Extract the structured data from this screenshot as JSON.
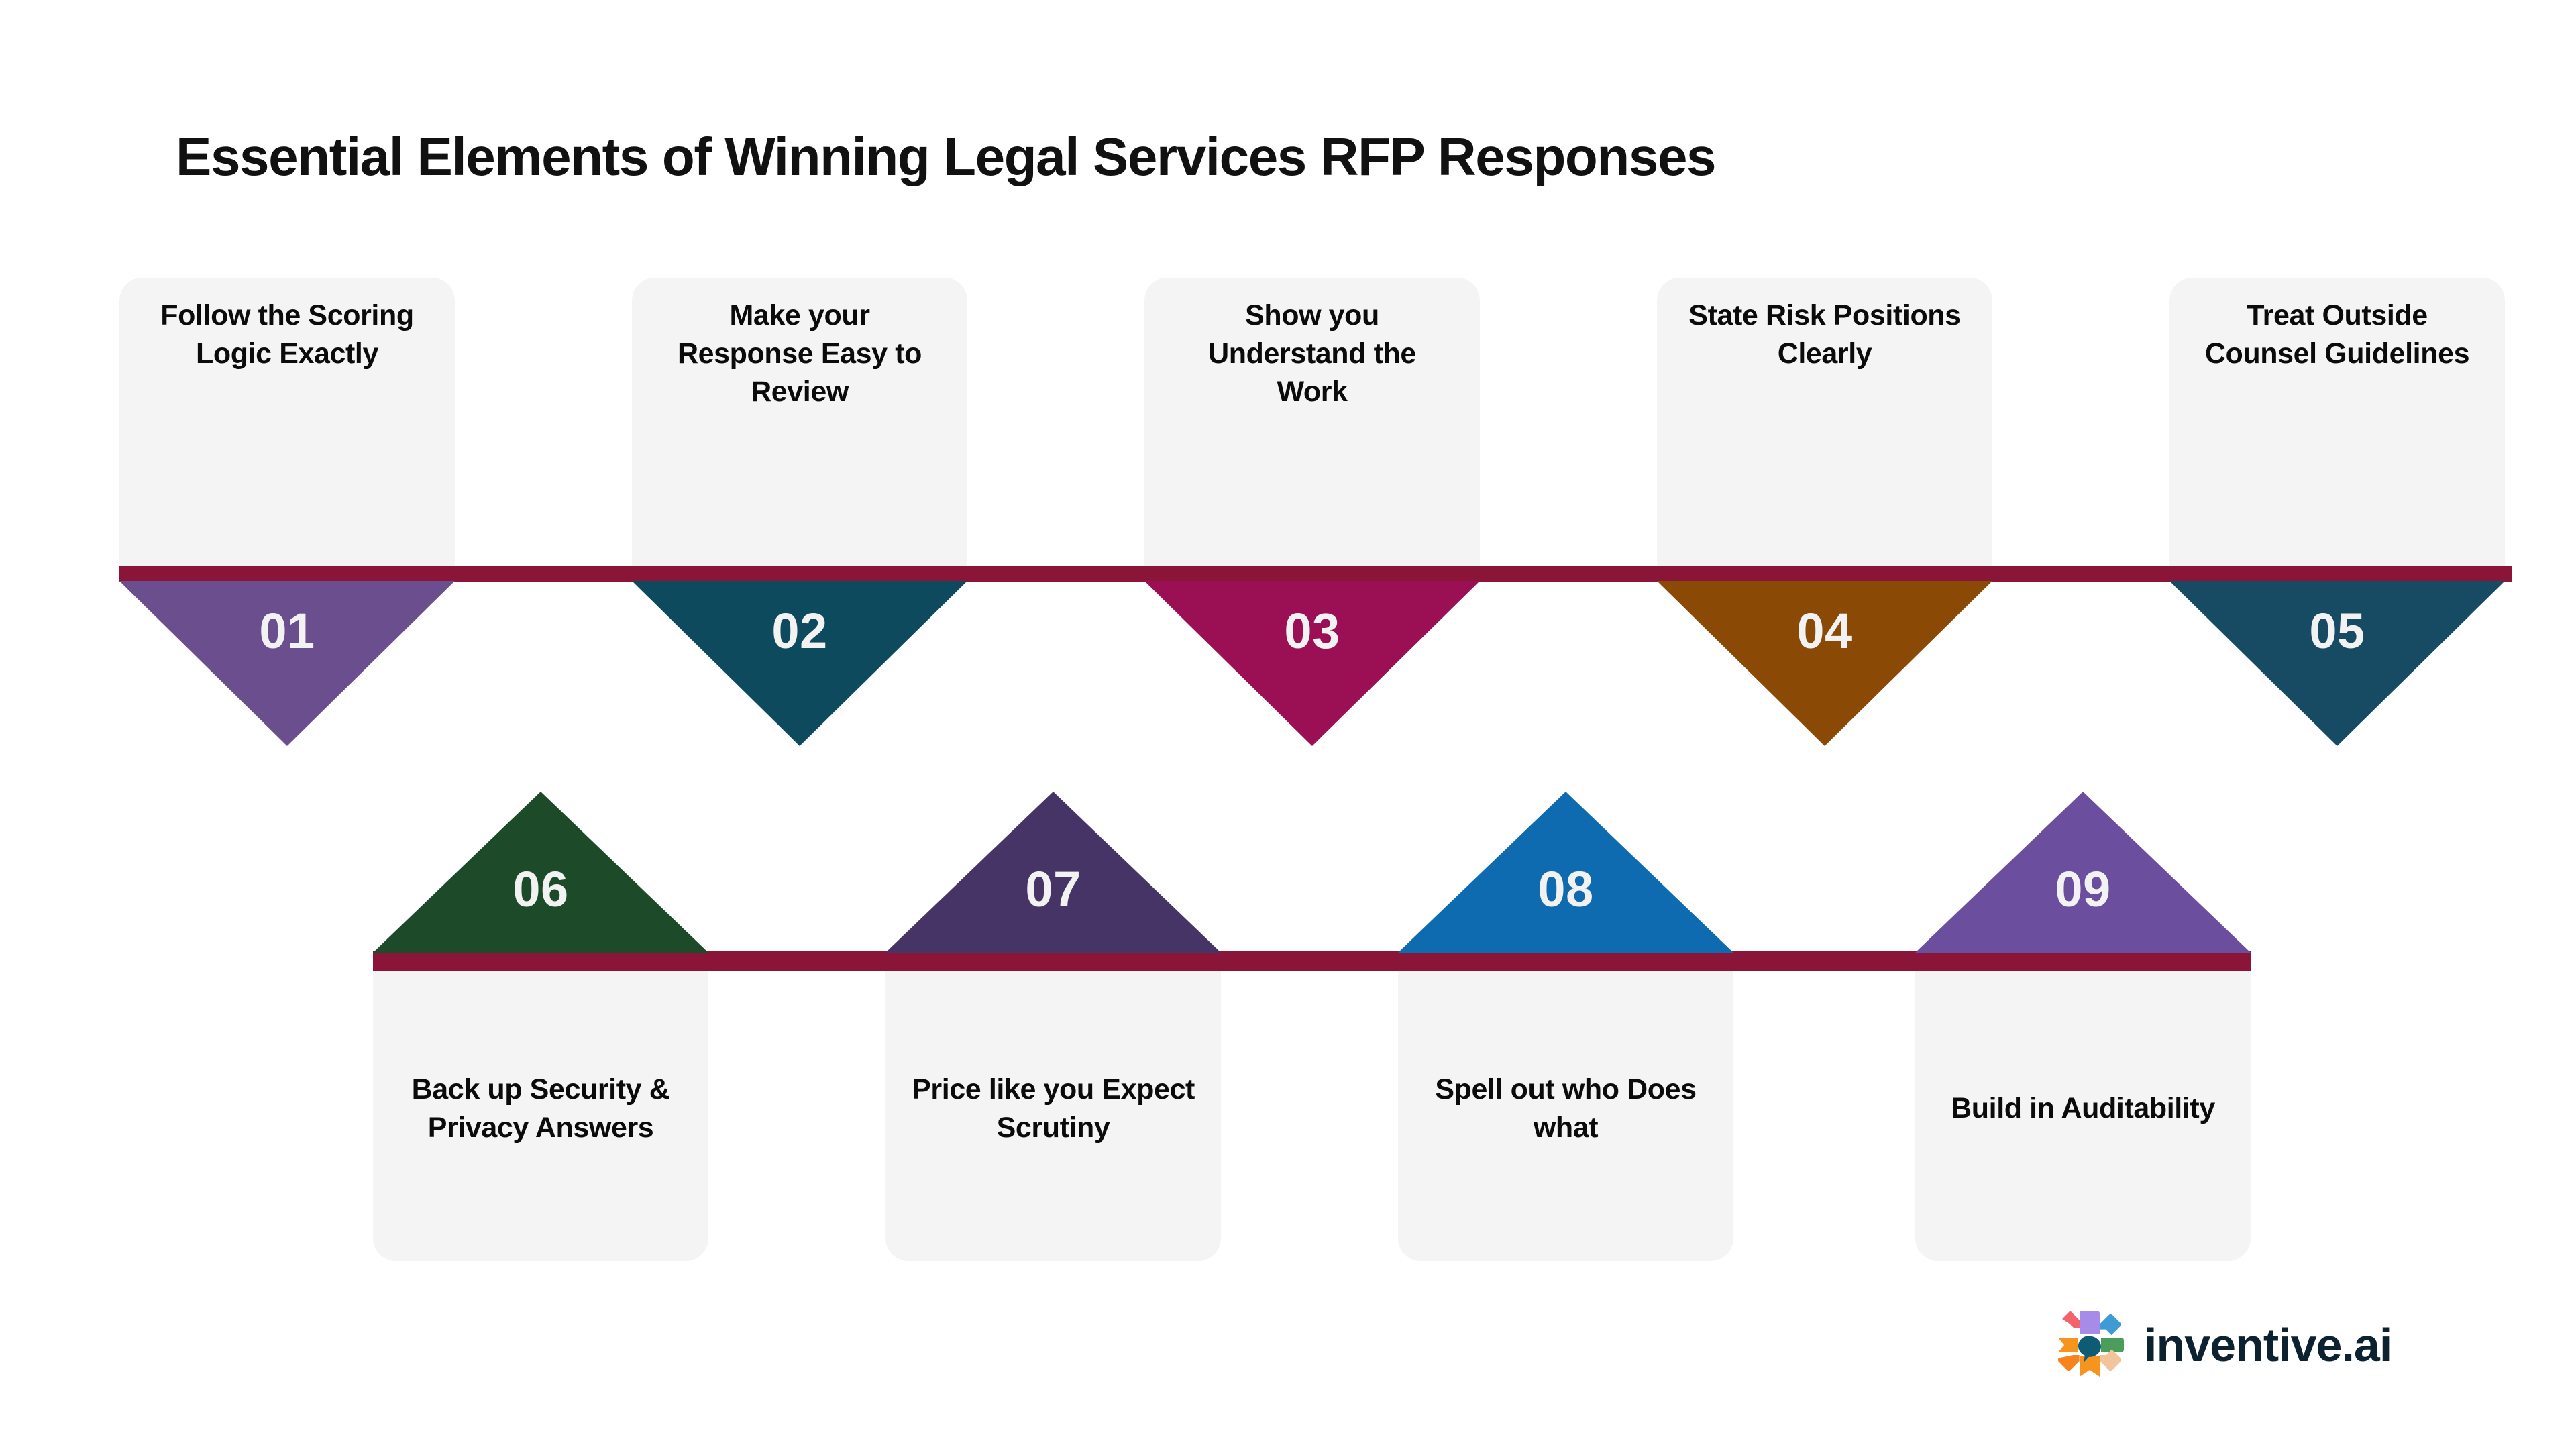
{
  "title": "Essential Elements of Winning Legal Services RFP Responses",
  "accent_bar_color": "#8B1538",
  "card_bg_color": "#F4F4F4",
  "row1": [
    {
      "number": "01",
      "label": "Follow the Scoring Logic Exactly",
      "color": "#6B4E8E"
    },
    {
      "number": "02",
      "label": "Make your Response Easy to Review",
      "color": "#0E4A5E"
    },
    {
      "number": "03",
      "label": "Show you Understand the Work",
      "color": "#9B1055"
    },
    {
      "number": "04",
      "label": "State Risk Positions Clearly",
      "color": "#8A4A05"
    },
    {
      "number": "05",
      "label": "Treat Outside Counsel Guidelines",
      "color": "#174B63"
    }
  ],
  "row2": [
    {
      "number": "06",
      "label": "Back up Security & Privacy Answers",
      "color": "#1D4A29"
    },
    {
      "number": "07",
      "label": "Price like you Expect Scrutiny",
      "color": "#473466"
    },
    {
      "number": "08",
      "label": "Spell out who Does what",
      "color": "#0E6BB0"
    },
    {
      "number": "09",
      "label": "Build in Auditability",
      "color": "#6B4E9E"
    }
  ],
  "logo": {
    "text": "inventive.ai",
    "mark_colors": {
      "top": "#A78BE8",
      "top_right": "#3E9BD4",
      "right": "#4A9D5B",
      "bottom_right": "#F2C49B",
      "bottom": "#F7941E",
      "bottom_left": "#F7821E",
      "left": "#F7941E",
      "top_left": "#F2636B",
      "center": "#0E5C74"
    }
  }
}
